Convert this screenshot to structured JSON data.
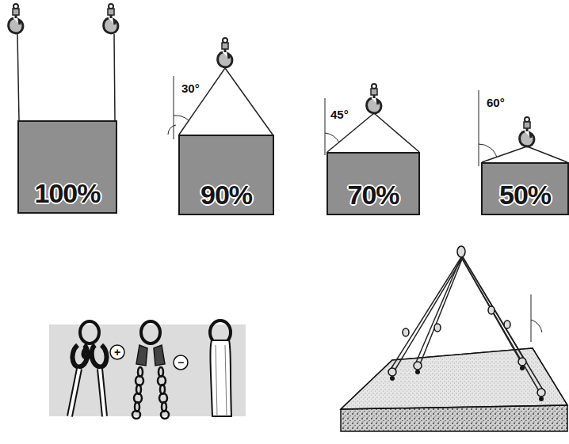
{
  "diagram": {
    "nodes": [
      {
        "text": [
          "100%"
        ]
      },
      {
        "text": [
          "90%"
        ]
      },
      {
        "text": [
          "70%"
        ]
      },
      {
        "text": [
          "50%"
        ]
      }
    ],
    "labels": [
      "30°",
      "45°",
      "60°",
      "+",
      "−"
    ]
  }
}
